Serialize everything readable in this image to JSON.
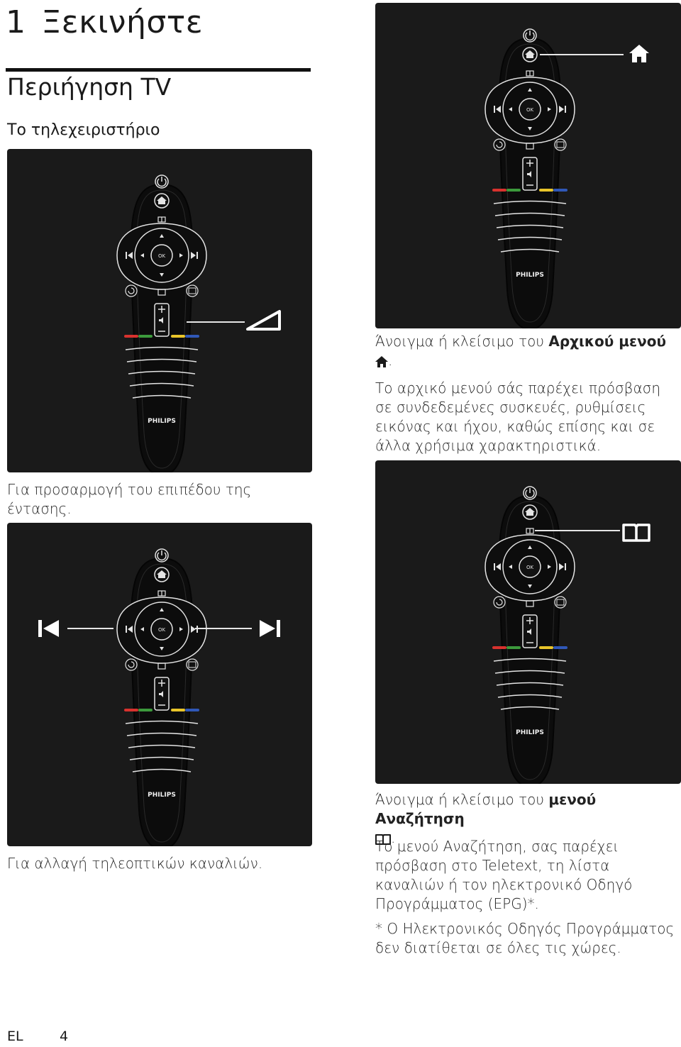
{
  "chapter": {
    "number": "1",
    "title": "Ξεκινήστε"
  },
  "section_title": "Περιήγηση TV",
  "subsection_title": "Το τηλεχειριστήριο",
  "remote": {
    "brand": "PHILIPS",
    "ok_label": "OK"
  },
  "captions": {
    "volume": "Για προσαρμογή του επιπέδου της έντασης.",
    "channels": "Για αλλαγή τηλεοπτικών καναλιών.",
    "home_prefix": "Άνοιγμα ή κλείσιμο του ",
    "home_bold": "Αρχικού μενού",
    "home_desc": "Το αρχικό μενού σάς παρέχει πρόσβαση σε συνδεδεμένες συσκευές, ρυθμίσεις εικόνας και ήχου, καθώς επίσης και σε άλλα χρήσιμα χαρακτηριστικά.",
    "find_prefix": "Άνοιγμα ή κλείσιμο του ",
    "find_bold": "μενού Αναζήτηση",
    "find_desc": "Το μενού Αναζήτηση, σας παρέχει πρόσβαση στο Teletext, τη λίστα καναλιών ή τον ηλεκτρονικό Οδηγό Προγράμματος (EPG)*.",
    "find_note": "* Ο Ηλεκτρονικός Οδηγός Προγράμματος δεν διατίθεται σε όλες τις χώρες.",
    "period": "."
  },
  "footer": {
    "language": "EL",
    "page": "4"
  },
  "colors": {
    "panel_bg": "#1a1a1a",
    "remote_body": "#0c0c0c",
    "red": "#d8322e",
    "green": "#3c9a3c",
    "yellow": "#e8c42a",
    "blue": "#3058b8"
  },
  "icons": {
    "volume_callout": "volume-wedge-icon",
    "channels_callout": [
      "skip-previous-icon",
      "skip-next-icon"
    ],
    "home_callout": "home-icon",
    "find_callout": "book-icon"
  }
}
